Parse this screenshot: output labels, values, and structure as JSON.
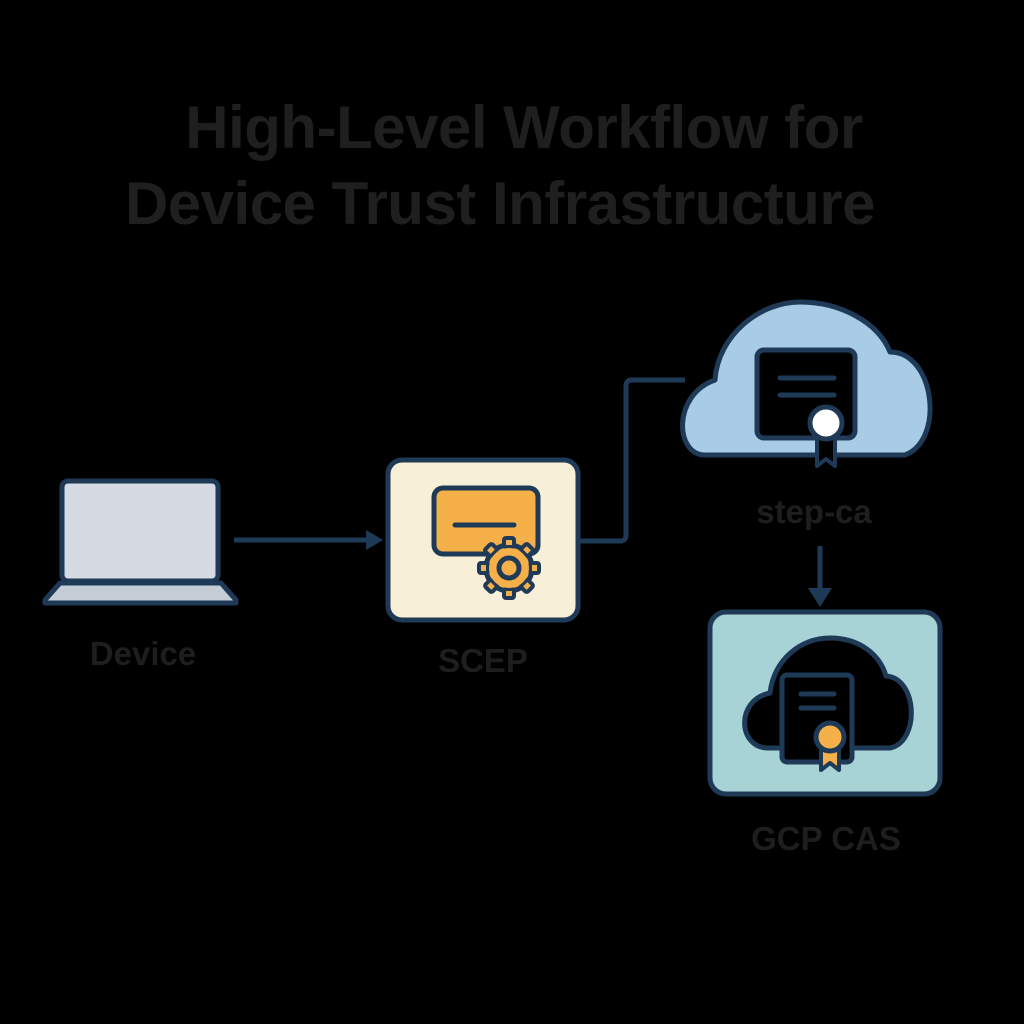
{
  "title": {
    "line1": "High-Level Workflow for",
    "line2": "Device Trust Infrastructure"
  },
  "nodes": [
    {
      "id": "device",
      "label": "Device",
      "icon": "laptop-icon"
    },
    {
      "id": "scep",
      "label": "SCEP",
      "icon": "certificate-gear-icon"
    },
    {
      "id": "step-ca",
      "label": "step-ca",
      "icon": "cloud-certificate-icon"
    },
    {
      "id": "gcp-cas",
      "label": "GCP CAS",
      "icon": "cloud-certificate-badge-icon"
    }
  ],
  "edges": [
    {
      "from": "device",
      "to": "scep",
      "style": "arrow"
    },
    {
      "from": "scep",
      "to": "step-ca",
      "style": "elbow-line"
    },
    {
      "from": "step-ca",
      "to": "gcp-cas",
      "style": "arrow"
    }
  ],
  "colors": {
    "background": "#000000",
    "stroke": "#1f3a57",
    "title_text": "#1f1f1f",
    "laptop_screen": "#d5dae3",
    "laptop_base": "#c4ccd6",
    "scep_box": "#f8efd9",
    "scep_accent": "#f5b04a",
    "stepca_cloud": "#a9cce6",
    "gcp_box": "#a8d3d6",
    "badge_orange": "#f5b04a"
  }
}
